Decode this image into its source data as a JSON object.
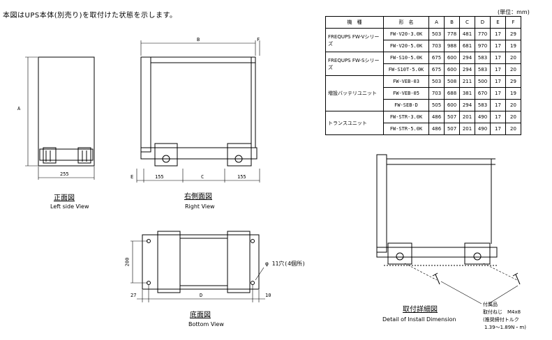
{
  "note": "本図はUPS本体(別売り)を取付けた状態を示します。",
  "unit_label": "(単位：mm)",
  "spec_table": {
    "headers": [
      "機　種",
      "形　名",
      "A",
      "B",
      "C",
      "D",
      "E",
      "F"
    ],
    "groups": [
      {
        "category": "FREQUPS FW-Vシリーズ",
        "rows": [
          {
            "model": "FW-V20-3.0K",
            "values": [
              "503",
              "778",
              "481",
              "770",
              "17",
              "29"
            ]
          },
          {
            "model": "FW-V20-5.0K",
            "values": [
              "703",
              "988",
              "681",
              "970",
              "17",
              "19"
            ]
          }
        ]
      },
      {
        "category": "FREQUPS FW-Sシリーズ",
        "rows": [
          {
            "model": "FW-S10-5.0K",
            "values": [
              "675",
              "600",
              "294",
              "583",
              "17",
              "20"
            ]
          },
          {
            "model": "FW-S10T-5.0K",
            "values": [
              "675",
              "600",
              "294",
              "583",
              "17",
              "20"
            ]
          }
        ]
      },
      {
        "category": "増設バッテリユニット",
        "rows": [
          {
            "model": "FW-VEB-03",
            "values": [
              "503",
              "508",
              "211",
              "500",
              "17",
              "29"
            ]
          },
          {
            "model": "FW-VEB-05",
            "values": [
              "703",
              "688",
              "381",
              "670",
              "17",
              "19"
            ]
          },
          {
            "model": "FW-SEB-D",
            "values": [
              "505",
              "600",
              "294",
              "583",
              "17",
              "20"
            ]
          }
        ]
      },
      {
        "category": "トランスユニット",
        "rows": [
          {
            "model": "FW-STR-3.0K",
            "values": [
              "486",
              "507",
              "201",
              "490",
              "17",
              "20"
            ]
          },
          {
            "model": "FW-STR-5.0K",
            "values": [
              "486",
              "507",
              "201",
              "490",
              "17",
              "20"
            ]
          }
        ]
      }
    ]
  },
  "front_view": {
    "title": "正面図",
    "subtitle": "Left side View",
    "dim_a": "A",
    "dim_width": "255"
  },
  "right_view": {
    "title": "右側面図",
    "subtitle": "Right View",
    "dim_b": "B",
    "dim_f": "F",
    "dim_e": "E",
    "dim_left": "155",
    "dim_c": "C",
    "dim_right": "155"
  },
  "bottom_view": {
    "title": "底面図",
    "subtitle": "Bottom View",
    "dim_height": "200",
    "dim_left": "27",
    "dim_d": "D",
    "dim_right": "10",
    "hole_label": "φ 11穴(4個所)"
  },
  "install_detail": {
    "title": "取付詳細図",
    "subtitle": "Detail of Install Dimension",
    "accessory_title": "付属品",
    "accessory_screw": "取付ねじ　M4x8",
    "accessory_torque": "(推奨締付トルク",
    "accessory_torque_value": "1.39～1.89N・m)"
  }
}
